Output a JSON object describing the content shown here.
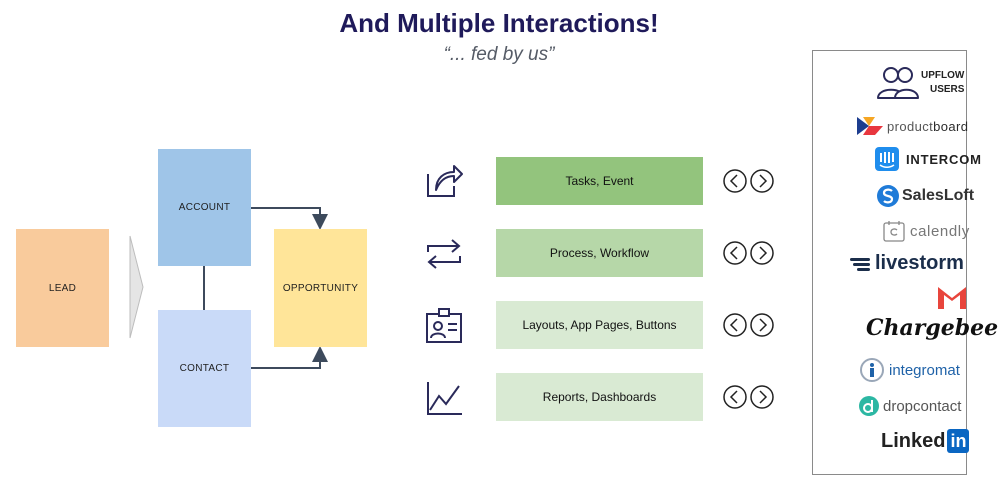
{
  "header": {
    "title": "And Multiple Interactions!",
    "subtitle": "“... fed by us”"
  },
  "diagram": {
    "lead": "LEAD",
    "account": "ACCOUNT",
    "contact": "CONTACT",
    "opportunity": "OPPORTUNITY"
  },
  "interactions": [
    {
      "label": "Tasks, Event",
      "icon": "share-arrow-icon",
      "color": "#93c47d"
    },
    {
      "label": "Process, Workflow",
      "icon": "sync-arrows-icon",
      "color": "#b6d7a8"
    },
    {
      "label": "Layouts, App Pages, Buttons",
      "icon": "id-card-icon",
      "color": "#d9ead3"
    },
    {
      "label": "Reports, Dashboards",
      "icon": "line-chart-icon",
      "color": "#d9ead3"
    }
  ],
  "panel": {
    "users_label_1": "UPFLOW",
    "users_label_2": "USERS",
    "logos": {
      "productboard_a": "product",
      "productboard_b": "board",
      "intercom": "INTERCOM",
      "salesloft": "SalesLoft",
      "calendly": "calendly",
      "livestorm": "livestorm",
      "chargebee": "Chargebee",
      "integromat": "integromat",
      "dropcontact": "dropcontact",
      "linkedin_a": "Linked",
      "linkedin_b": "in"
    }
  },
  "colors": {
    "title": "#1f1a5a",
    "lead": "#f9cb9c",
    "account": "#9fc5e8",
    "contact": "#c9daf8",
    "opportunity": "#ffe599",
    "connector": "#3d4a5c"
  }
}
